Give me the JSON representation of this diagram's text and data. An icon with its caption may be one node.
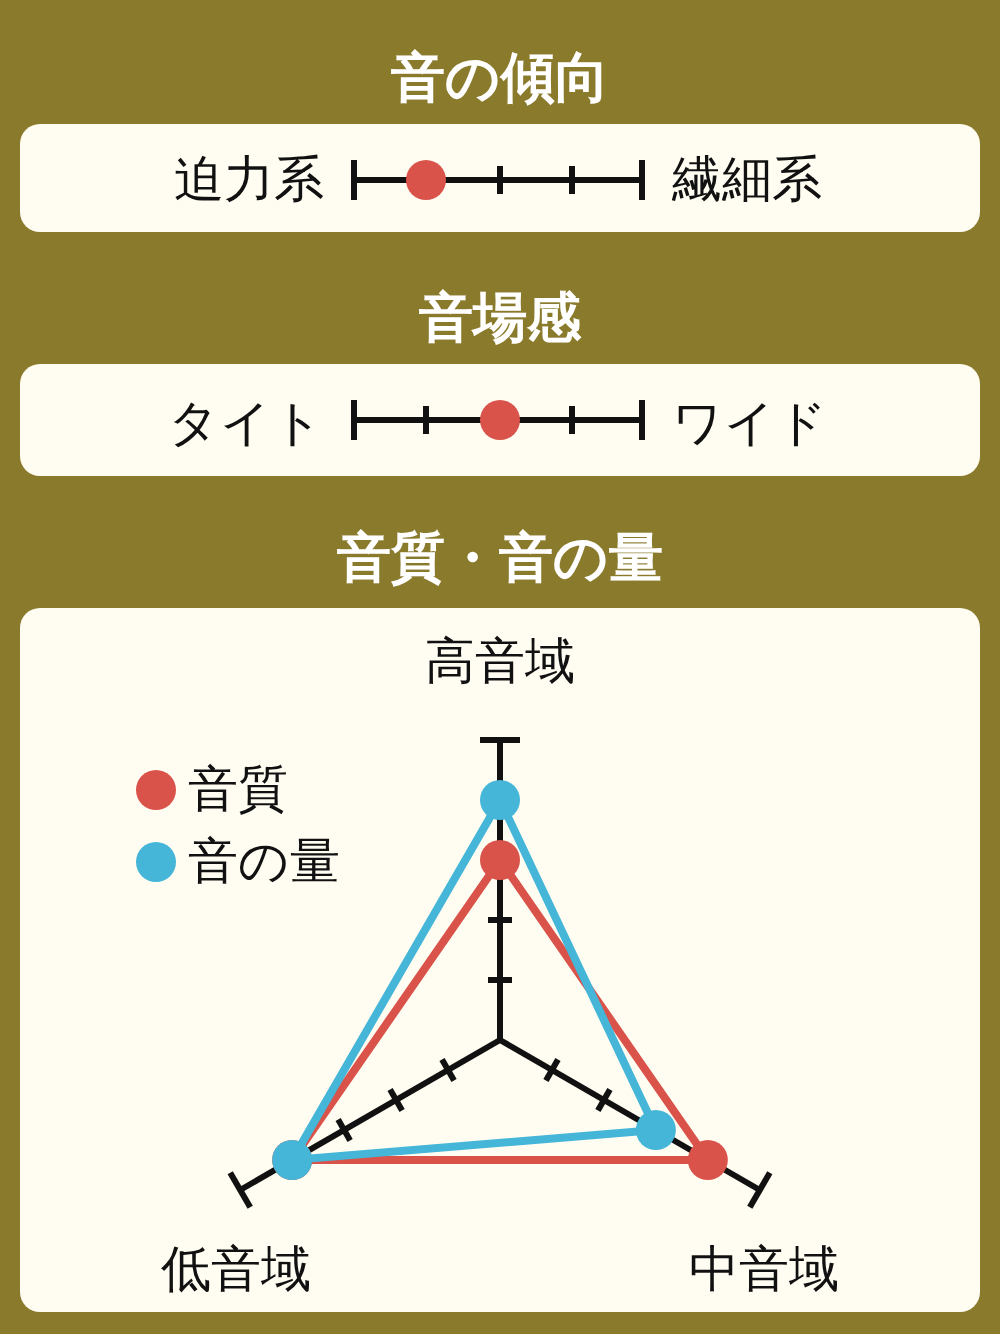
{
  "diagram": {
    "nodes": [
      {
        "text": [
          "音の傾向"
        ]
      },
      {
        "text": [
          "音場感"
        ]
      },
      {
        "text": [
          "音質・音の量"
        ]
      }
    ],
    "labels": [
      "迫力系",
      "繊細系",
      "タイト",
      "ワイド",
      "高音域",
      "低音域",
      "中音域"
    ],
    "legend": [
      {
        "text": "音質",
        "color": "#d9534a"
      },
      {
        "text": "音の量",
        "color": "#45b5d8"
      }
    ]
  }
}
